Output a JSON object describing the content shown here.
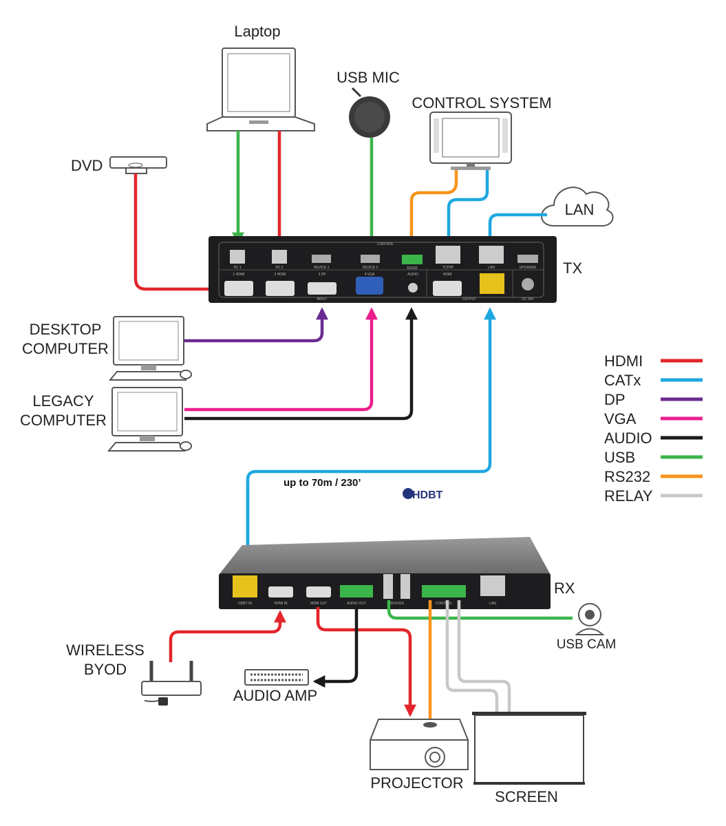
{
  "devices": {
    "laptop": "Laptop",
    "usb_mic": "USB MIC",
    "control_system": "CONTROL SYSTEM",
    "dvd": "DVD",
    "lan": "LAN",
    "tx": "TX",
    "rx": "RX",
    "desktop_line1": "DESKTOP",
    "desktop_line2": "COMPUTER",
    "legacy_line1": "LEGACY",
    "legacy_line2": "COMPUTER",
    "wireless_line1": "WIRELESS",
    "wireless_line2": "BYOD",
    "audio_amp": "AUDIO AMP",
    "usb_cam": "USB CAM",
    "projector": "PROJECTOR",
    "screen": "SCREEN"
  },
  "distance_note": "up to 70m / 230’",
  "logo": "HDBT",
  "tx_ports": {
    "pc1": "PC 1",
    "pc2": "PC 2",
    "device1": "DEVICE 1",
    "device2": "DEVICE 2",
    "control": "CONTROL",
    "rs232": "RS232",
    "tcpip": "TCP/IP",
    "lan": "LAN",
    "upgrade": "UPGRADE",
    "hdmi1": "1 HDMI",
    "hdmi2": "2 HDMI",
    "dp3": "3 DP",
    "vga4": "4 VGA",
    "audio": "AUDIO",
    "input": "INPUT",
    "hdmi_out": "HDMI",
    "output": "OUTPUT",
    "dc": "DC 24V"
  },
  "rx_ports": {
    "hdbt_in": "HDBT IN",
    "hdmi_in": "HDMI IN",
    "hdmi_out": "HDMI OUT",
    "audio_out": "AUDIO OUT",
    "devices": "DEVICES",
    "control": "CONTROL",
    "lan": "LAN"
  },
  "legend": [
    {
      "label": "HDMI",
      "color": "#e3262b"
    },
    {
      "label": "CATx",
      "color": "#1fa8e0"
    },
    {
      "label": "DP",
      "color": "#6a2c91"
    },
    {
      "label": "VGA",
      "color": "#ec1e8c"
    },
    {
      "label": "AUDIO",
      "color": "#1a1a1a"
    },
    {
      "label": "USB",
      "color": "#3bb54a"
    },
    {
      "label": "RS232",
      "color": "#f7941d"
    },
    {
      "label": "RELAY",
      "color": "#c8c8c8"
    }
  ]
}
